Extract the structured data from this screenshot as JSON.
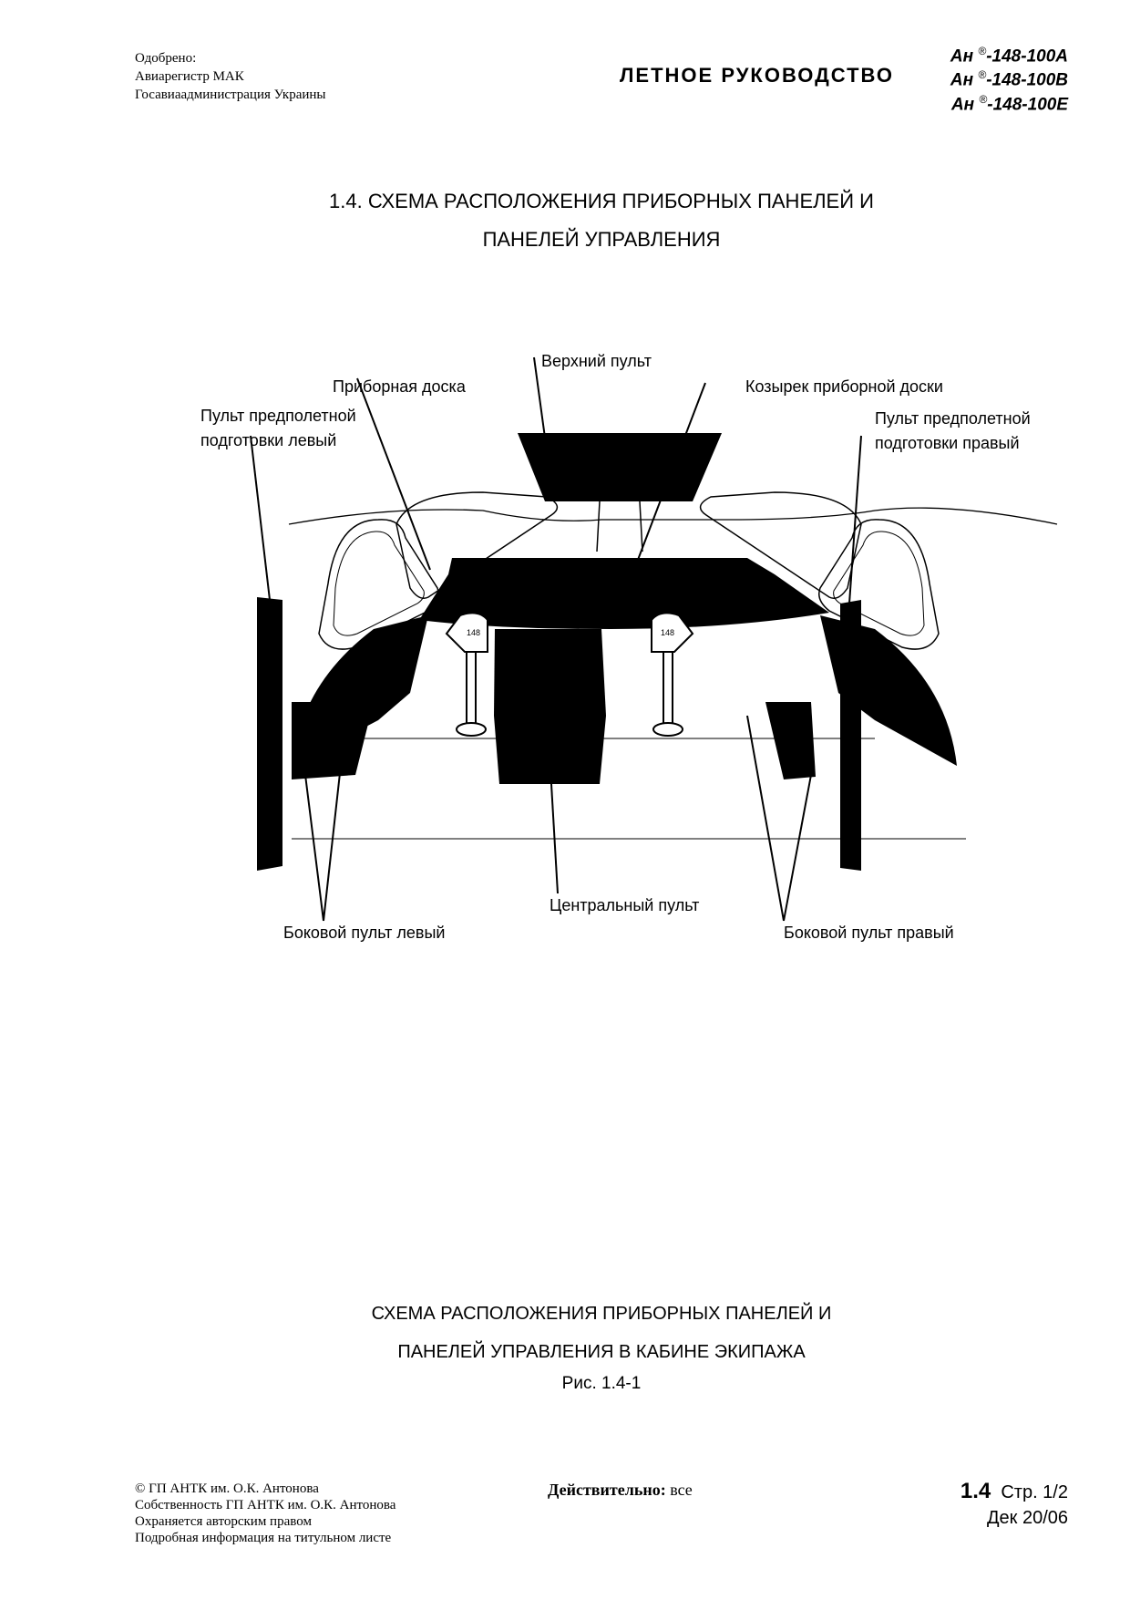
{
  "header": {
    "approval_lines": [
      "Одобрено:",
      "Авиарегистр МАК",
      "Госавиаадминистрация Украины"
    ],
    "manual_title": "ЛЕТНОЕ РУКОВОДСТВО",
    "models": [
      {
        "prefix": "Ан",
        "sup": "®",
        "suffix": "-148-100A"
      },
      {
        "prefix": "Ан",
        "sup": "®",
        "suffix": "-148-100B"
      },
      {
        "prefix": "Ан",
        "sup": "®",
        "suffix": "-148-100E"
      }
    ]
  },
  "section": {
    "heading_line1": "1.4.  СХЕМА РАСПОЛОЖЕНИЯ  ПРИБОРНЫХ ПАНЕЛЕЙ И",
    "heading_line2": "ПАНЕЛЕЙ УПРАВЛЕНИЯ"
  },
  "figure": {
    "labels": {
      "overhead_panel": "Верхний пульт",
      "instrument_panel": "Приборная доска",
      "glareshield": "Козырек приборной доски",
      "preflight_left_1": "Пульт предполетной",
      "preflight_left_2": "подготовки левый",
      "preflight_right_1": "Пульт предполетной",
      "preflight_right_2": "подготовки правый",
      "center_console": "Центральный пульт",
      "side_left": "Боковой пульт левый",
      "side_right": "Боковой пульт правый"
    },
    "yoke_badge": "148",
    "caption_line1": "СХЕМА РАСПОЛОЖЕНИЯ ПРИБОРНЫХ ПАНЕЛЕЙ И",
    "caption_line2": "ПАНЕЛЕЙ УПРАВЛЕНИЯ В КАБИНЕ ЭКИПАЖА",
    "number": "Рис. 1.4-1"
  },
  "footer": {
    "copyright_lines": [
      "© ГП АНТК им. О.К. Антонова",
      "Собственность ГП АНТК им. О.К. Антонова",
      "Охраняется авторским правом",
      "Подробная информация на титульном листе"
    ],
    "validity_label": "Действительно:",
    "validity_value": "все",
    "section_number": "1.4",
    "page": "Стр. 1/2",
    "date": "Дек 20/06"
  }
}
